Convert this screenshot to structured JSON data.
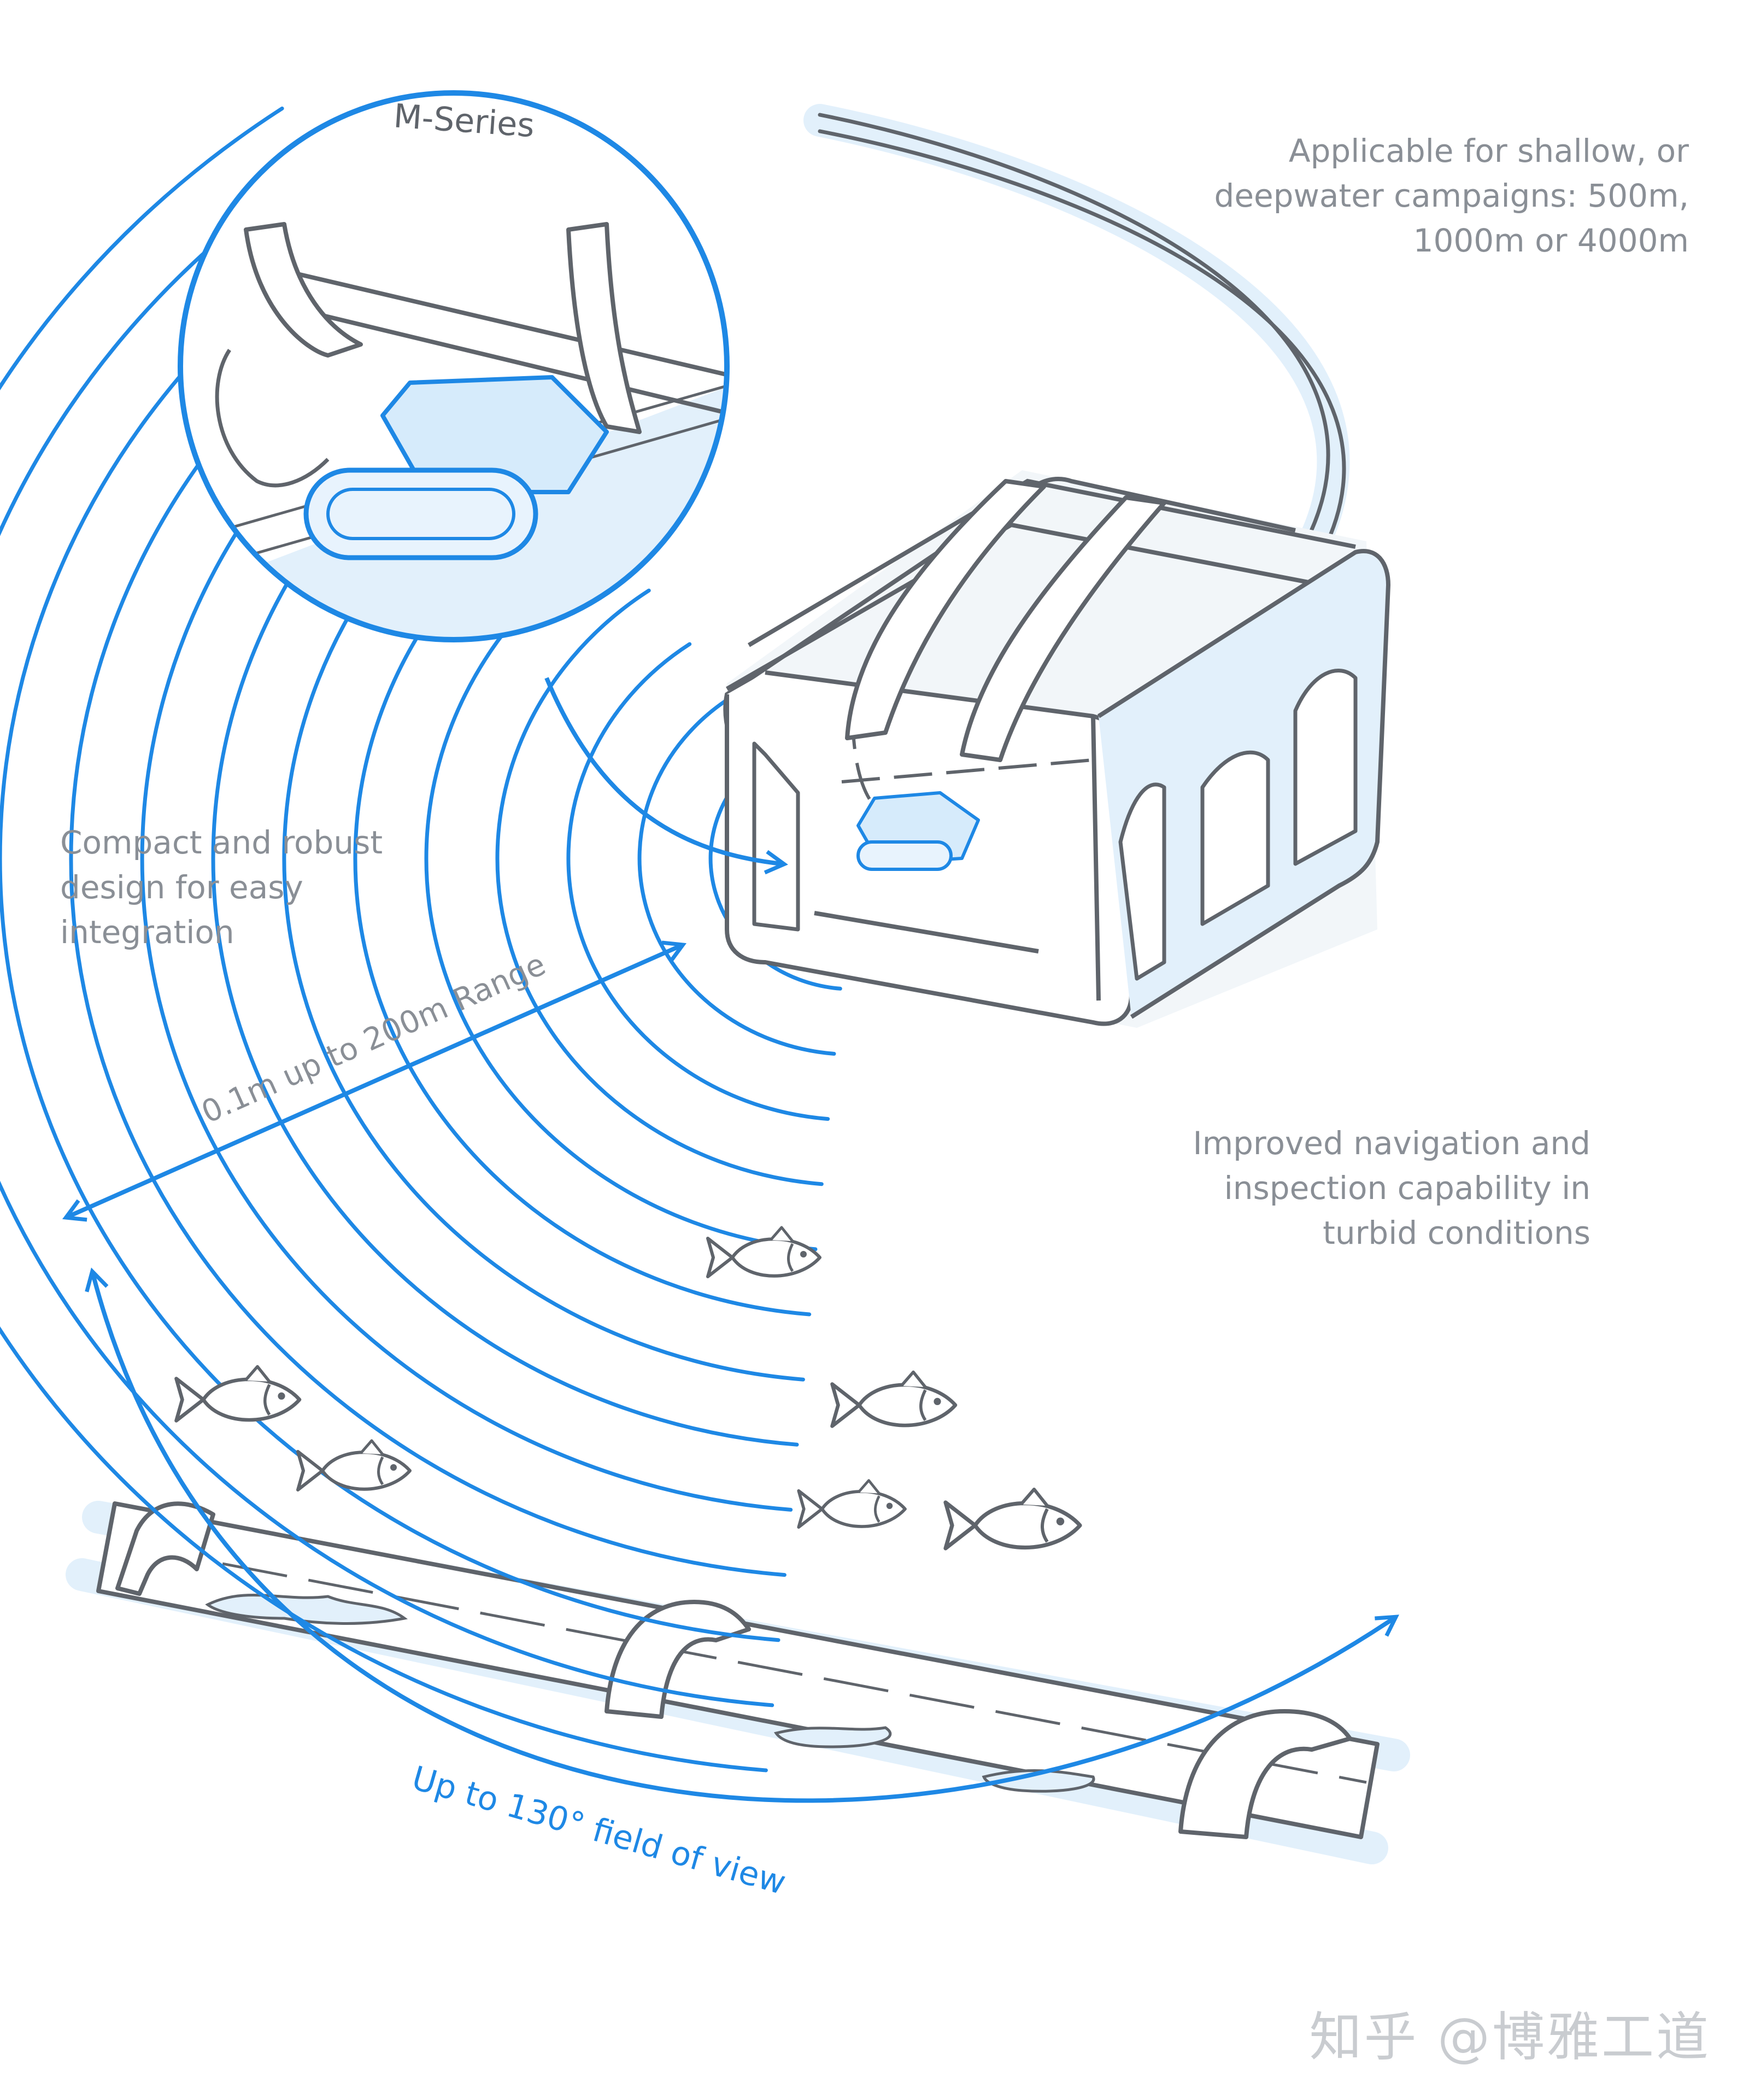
{
  "inset": {
    "title": "M-Series"
  },
  "callouts": {
    "depth": [
      "Applicable for shallow, or",
      "deepwater campaigns: 500m,",
      "1000m or 4000m"
    ],
    "design": [
      "Compact and robust",
      "design for easy",
      "integration"
    ],
    "navigation": [
      "Improved navigation and",
      "inspection capability in",
      "turbid conditions"
    ]
  },
  "arrows": {
    "range": "0.1m up to 200m Range",
    "fov": "Up to 130° field of view"
  },
  "watermark": "知乎 @博雅工道",
  "colors": {
    "accent": "#1e88e5",
    "outline": "#5f646b",
    "tint": "#e2f0fb",
    "callout_text": "#8a8f96"
  }
}
